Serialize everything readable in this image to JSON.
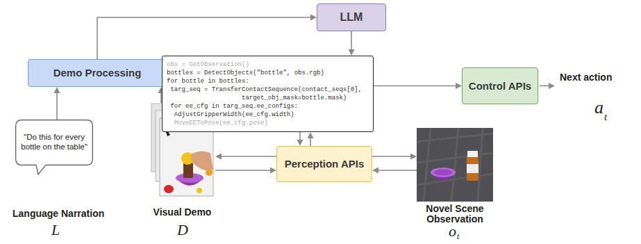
{
  "diagram": {
    "nodes": [
      {
        "text": [
          "LLM"
        ]
      },
      {
        "text": [
          "Demo Processing"
        ]
      },
      {
        "text": [
          "obs = GetObservation()",
          "bottles = DetectObjects(\"bottle\", obs.rgb)",
          "for bottle in bottles:",
          "targ_seq = TransferContactSequence(contact_seqs[0],",
          "target_obj_mask=bottle.mask)",
          "for ee_cfg in targ_seq.ee_configs:",
          "AdjustGripperWidth(ee_cfg.width)",
          "MoveEEToPose(ee_cfg.pose)"
        ]
      },
      {
        "text": [
          "Control APIs"
        ]
      },
      {
        "text": [
          "\"Do this for every bottle on the table\""
        ]
      },
      {
        "text": [
          "Visual Demo"
        ]
      },
      {
        "text": [
          "Perception APIs"
        ]
      },
      {
        "text": [
          "Novel Scene Observation"
        ]
      }
    ],
    "edges": [
      {
        "from": 4,
        "to": 1,
        "arrow": "to"
      },
      {
        "from": 5,
        "to": 1,
        "arrow": "to"
      },
      {
        "from": 1,
        "to": 0,
        "arrow": "to"
      },
      {
        "from": 0,
        "to": 2,
        "arrow": "to"
      },
      {
        "from": 2,
        "to": 3,
        "arrow": "to"
      },
      {
        "from": 2,
        "to": 6,
        "arrow": "to"
      },
      {
        "from": 6,
        "to": 2,
        "arrow": "to"
      },
      {
        "from": 6,
        "to": 5,
        "arrow": "to"
      },
      {
        "from": 5,
        "to": 6,
        "arrow": "to"
      },
      {
        "from": 6,
        "to": 7,
        "arrow": "to"
      },
      {
        "from": 7,
        "to": 6,
        "arrow": "to"
      }
    ],
    "labels": [
      "Next action",
      "a",
      "t",
      "Language Narration",
      "L",
      "D",
      "o",
      "t"
    ]
  }
}
